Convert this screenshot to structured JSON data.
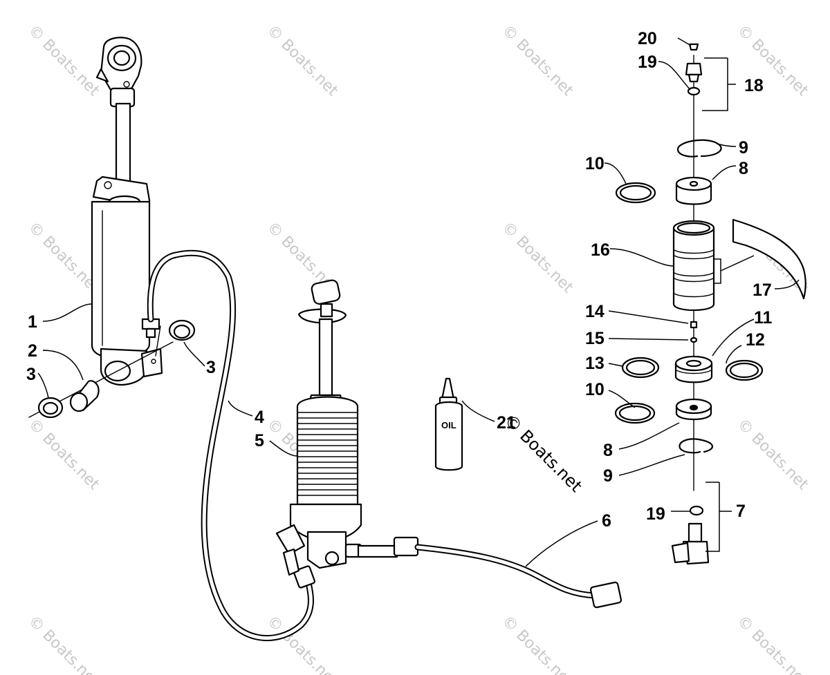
{
  "diagram": {
    "watermark": "© Boats.net",
    "oil_label": "OIL",
    "callouts": {
      "c1": "1",
      "c2": "2",
      "c3a": "3",
      "c3b": "3",
      "c4": "4",
      "c5": "5",
      "c6": "6",
      "c7": "7",
      "c8a": "8",
      "c8b": "8",
      "c9a": "9",
      "c9b": "9",
      "c10a": "10",
      "c10b": "10",
      "c11": "11",
      "c12": "12",
      "c13": "13",
      "c14": "14",
      "c15": "15",
      "c16": "16",
      "c17": "17",
      "c18": "18",
      "c19a": "19",
      "c19b": "19",
      "c20": "20",
      "c21": "21"
    }
  }
}
